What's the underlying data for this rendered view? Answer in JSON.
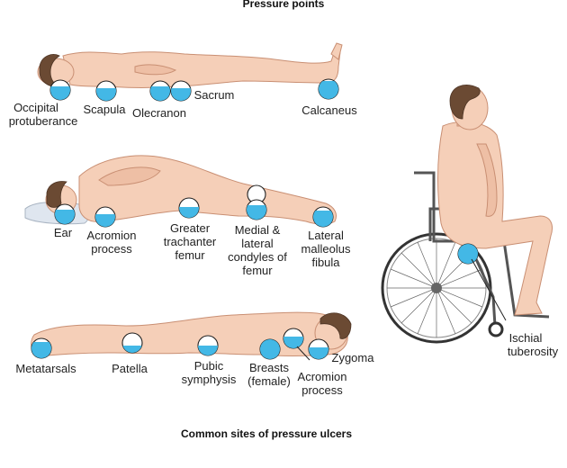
{
  "title_top": "Pressure points",
  "title_bottom": "Common sites of pressure ulcers",
  "supine": {
    "occipital": [
      "Occipital",
      "protuberance"
    ],
    "scapula": "Scapula",
    "olecranon": "Olecranon",
    "sacrum": "Sacrum",
    "calcaneus": "Calcaneus"
  },
  "lateral": {
    "ear": "Ear",
    "acromion": [
      "Acromion",
      "process"
    ],
    "trochanter": [
      "Greater",
      "trachanter",
      "femur"
    ],
    "condyles": [
      "Medial &",
      "lateral",
      "condyles of",
      "femur"
    ],
    "malleolus": [
      "Lateral",
      "malleolus",
      "fibula"
    ]
  },
  "prone": {
    "metatarsals": "Metatarsals",
    "patella": "Patella",
    "pubic": [
      "Pubic",
      "symphysis"
    ],
    "breasts": [
      "Breasts",
      "(female)"
    ],
    "acromion": [
      "Acromion",
      "process"
    ],
    "zygoma": "Zygoma"
  },
  "seated": {
    "ischial": [
      "Ischial",
      "tuberosity"
    ]
  },
  "colors": {
    "pressure_point": "#43b8e6",
    "skin": "#f5cfb8",
    "hair": "#6b4a33"
  }
}
